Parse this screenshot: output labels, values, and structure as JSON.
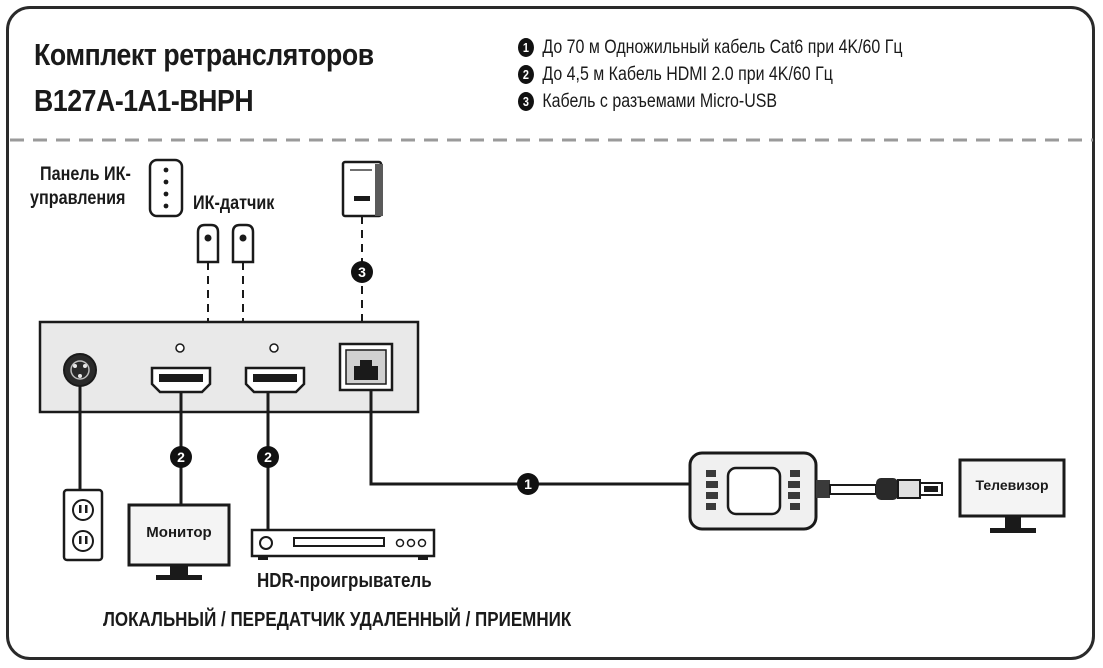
{
  "title": {
    "line1": "Комплект ретрансляторов",
    "line2": "B127A-1A1-BHPH"
  },
  "legend": [
    {
      "marker": "1",
      "text": "До 70 м Одножильный кабель Cat6 при 4K/60 Гц"
    },
    {
      "marker": "2",
      "text": "До 4,5 м Кабель HDMI 2.0 при 4K/60 Гц"
    },
    {
      "marker": "3",
      "text": "Кабель с разъемами Micro-USB"
    }
  ],
  "labels": {
    "ir_panel_line1": "Панель ИК-",
    "ir_panel_line2": "управления",
    "ir_sensor": "ИК-датчик",
    "monitor": "Монитор",
    "tv": "Телевизор",
    "hdr_player": "HDR-проигрыватель",
    "footer": "ЛОКАЛЬНЫЙ / ПЕРЕДАТЧИК УДАЛЕННЫЙ / ПРИЕМНИК"
  },
  "markers": {
    "cable_usb": "3",
    "cable_hdmi_left": "2",
    "cable_hdmi_right": "2",
    "cable_cat6": "1"
  },
  "colors": {
    "line": "#1a1a1a",
    "device_fill": "#e9e9e9",
    "screen_fill": "#f4f4f4",
    "dash": "#9a9a9a"
  }
}
